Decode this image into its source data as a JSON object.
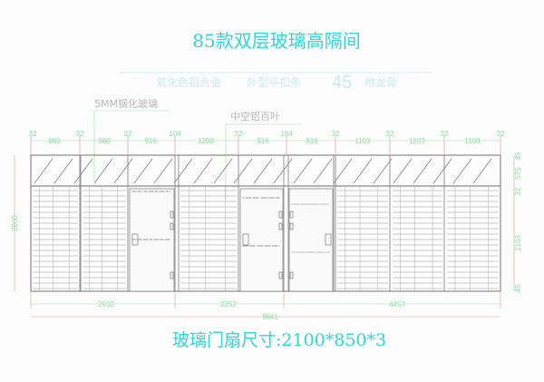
{
  "title": "85款双层玻璃高隔间",
  "subtitle": {
    "part1": "氧化色铝合金",
    "part2": "外型平扣条",
    "part3_num": "45",
    "part3_text": "地龙骨"
  },
  "labels": {
    "glass": "5MM钢化玻璃",
    "louver": "中空铝百叶"
  },
  "top_dims": [
    "32",
    "960",
    "32",
    "960",
    "32",
    "916",
    "104",
    "1200",
    "32",
    "916",
    "104",
    "916",
    "32",
    "1103",
    "32",
    "1103",
    "32",
    "1103",
    "32"
  ],
  "bottom_dims": [
    "2932",
    "2252",
    "4457"
  ],
  "total_width": "9641",
  "total_height": "2800",
  "right_dims": [
    "45",
    "575",
    "32",
    "2103",
    "45"
  ],
  "footer": "玻璃门扇尺寸:2100*850*3",
  "colors": {
    "title": "#2fd6d6",
    "dimension_text": "#8fe0a0",
    "dimension_line": "#d9a0a0",
    "frame": "#8a8a8a"
  }
}
